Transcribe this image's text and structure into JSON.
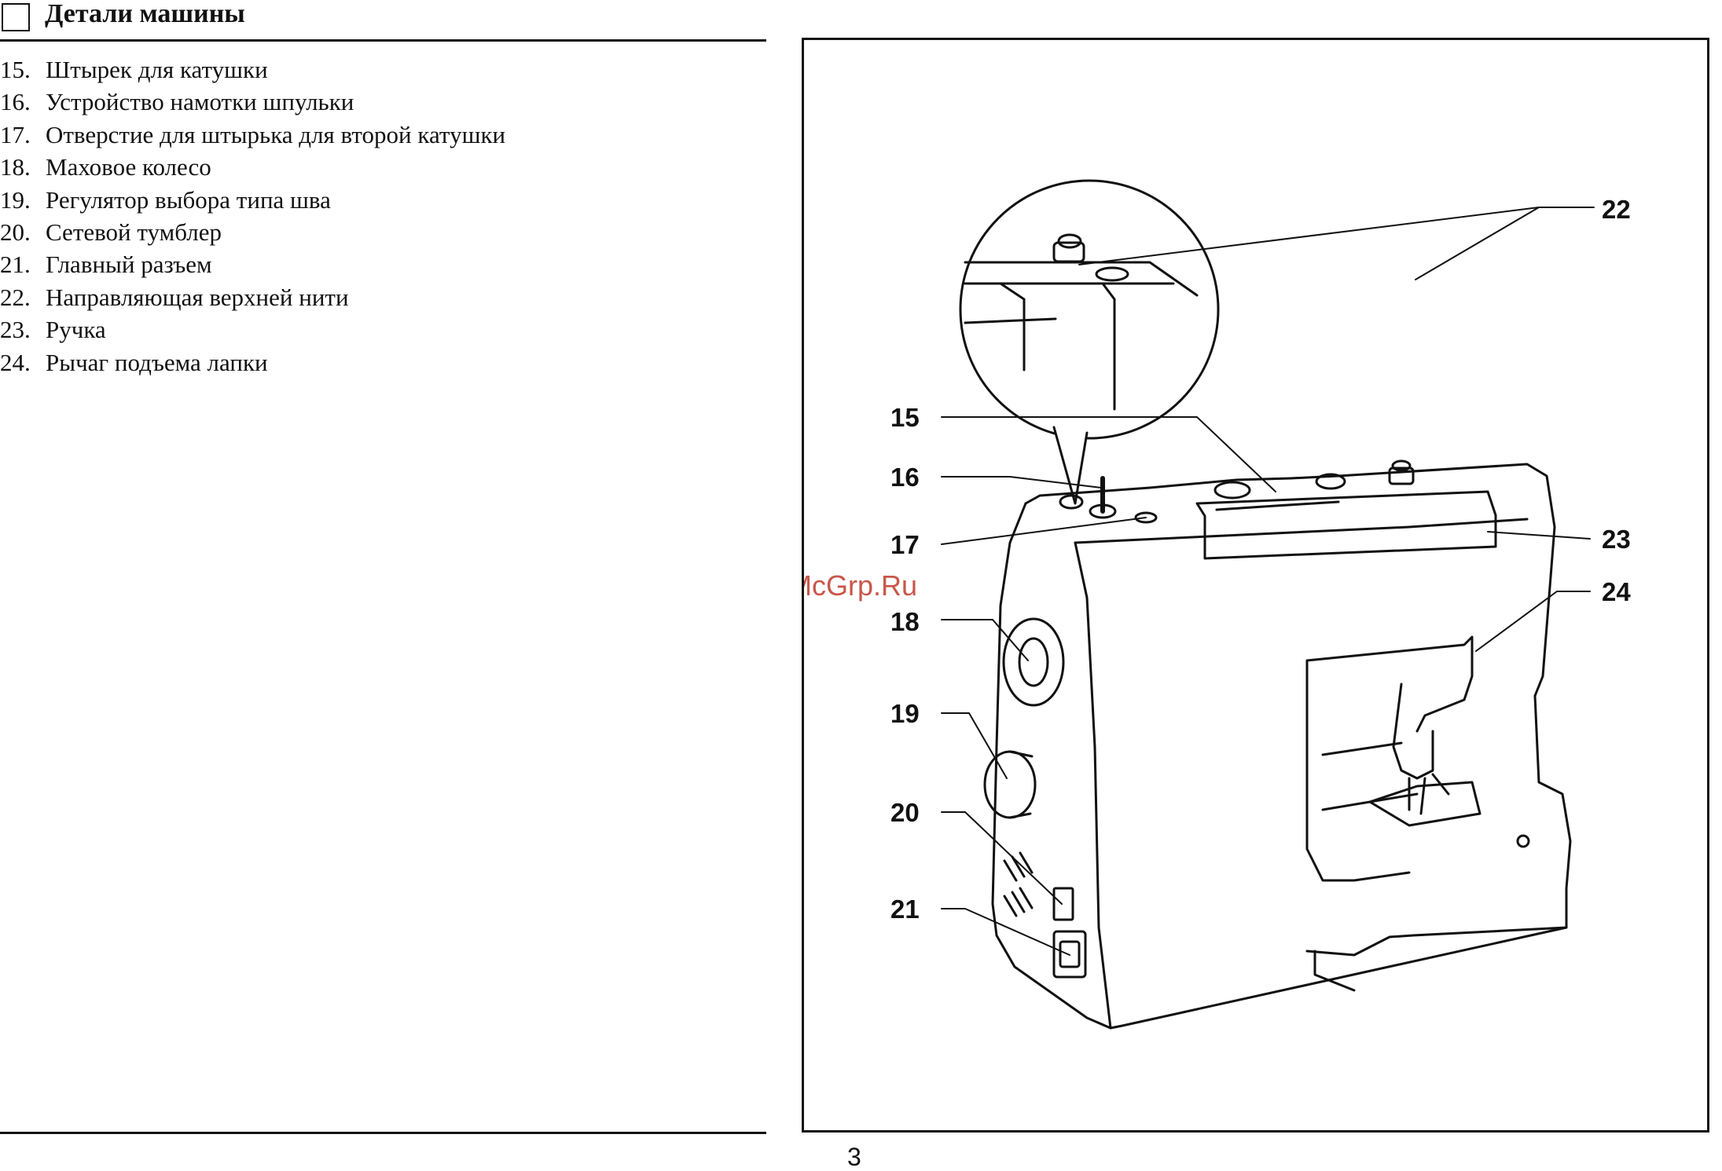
{
  "header": {
    "title": "Детали машины"
  },
  "parts": [
    {
      "num": "15.",
      "label": "Штырек для катушки"
    },
    {
      "num": "16.",
      "label": "Устройство намотки шпульки"
    },
    {
      "num": "17.",
      "label": "Отверстие для штырька для второй катушки"
    },
    {
      "num": "18.",
      "label": "Маховое колесо"
    },
    {
      "num": "19.",
      "label": "Регулятор выбора типа шва"
    },
    {
      "num": "20.",
      "label": "Сетевой тумблер"
    },
    {
      "num": "21.",
      "label": "Главный разъем"
    },
    {
      "num": "22.",
      "label": "Направляющая верхней нити"
    },
    {
      "num": "23.",
      "label": "Ручка"
    },
    {
      "num": "24.",
      "label": "Рычаг подъема лапки"
    }
  ],
  "figure": {
    "callouts": [
      "15",
      "16",
      "17",
      "18",
      "19",
      "20",
      "21",
      "22",
      "23",
      "24"
    ],
    "watermark": "McGrp.Ru"
  },
  "page_number": "3"
}
